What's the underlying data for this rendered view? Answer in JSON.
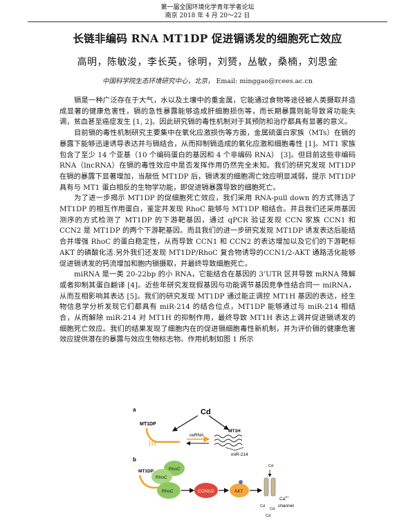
{
  "header": {
    "conference": "第一届全国环境化学青年学者论坛",
    "place_date": "南京  2018 年 4 月 20～22 日"
  },
  "title": "长链非编码 RNA MT1DP 促进镉诱发的细胞死亡效应",
  "authors": "高明，陈敏浚，李长英，徐明，刘赟，丛敏，桑楠，刘思金",
  "affiliation": {
    "institution": "中国科学院生态环境研究中心，北京，",
    "email": "Email: minggao@rcees.ac.cn"
  },
  "paragraphs": [
    "镉是一种广泛存在于大气，水以及土壤中的重金属，它能通过食物等途径被人类摄取并造成显著的健康危害性，镉的急性暴露能够造成肝细胞损伤等，而长期暴露则能导致肾功能失调，贫血甚至癌症发生 [1, 2]。因此研究镉的毒性机制对于其预防和治疗都具有显著的意义。",
    "目前镉的毒性机制研究主要集中在氧化应激损伤等方面，金属硫蛋白家族（MTs）在镉的暴露下能够迅速诱导表达并与镉结合，从而抑制镉造成的氧化应激和细胞毒性 [1]。MT1 家族包含了至少 14 个亚基（10 个编码蛋白的基因和 4 个非编码 RNA） [3]。但目前这些非编码 RNA（lncRNA）在镉的毒性效应中是否发挥作用仍然完全未知。我们的研究发现 MT1DP 在镉的暴露下显著增加，当敲低 MT1DP 后，镉诱发的细胞凋亡效应明显减弱，提示 MT1DP 具有与 MT1 蛋白相反的生物学功能，即促进镉暴露导致的细胞死亡。",
    "为了进一步揭示 MT1DP 的促细胞死亡效应，我们采用 RNA-pull down 的方式筛选了 MT1DP 的相互作用蛋白，鉴定并发现 RhoC 能够与 MT1DP 相结合。并且我们还采用基因测序的方式检测了 MT1DP 的下游靶基因，通过 qPCR 验证发现 CCN 家族 CCN1 和 CCN2 是 MT1DP 的两个下游靶基因。而且我们的进一步研究发现 MT1DP 诱发表达后能结合并增强 RhoC 的蛋白稳定性，从而导致 CCN1 和 CCN2 的表达增加以及它们的下游靶标 AKT 的磷酸化活.另外我们还发现 MT1DP/RhoC 复合物诱导的CCN1/2-AKT 通路活化能够促进镉诱发的钙流增加和胞内镉摄取，并最终导致细胞死亡。",
    "miRNA 是一类 20-22bp 的小 RNA，它能结合在基因的 3’UTR 区并导致 mRNA 降解或者抑制其蛋白翻译 [4]。近些年研究发现假基因与功能调节基因竞争性结合同一 miRNA，从而互相影响其表达 [5]。我们的研究发现 MT1DP 通过能正调控 MT1H 基因的表达，经生物信息学分析发现它们都具有 miR-214 的结合位点，MT1DP 能够通过与 miR-214 相结合，从而解除 miR-214 对 MT1H 的抑制作用，最终导致 MT1H 表达上调并促进镉诱发的细胞死亡效应。我们的结果发现了细胞内在的促进镉细胞毒性新机制，并为评价镉的健康危害效应提供潜在的暴露与效应生物标志物。作用机制如图 1 所示"
  ],
  "figure": {
    "panel_a": "a",
    "panel_b": "b",
    "cd_top": "Cd",
    "mt1dp_a": "MT1DP",
    "cerna": "ceRNA",
    "mt1h": "MT1H",
    "mir214": "miR-214",
    "mt1dp_b": "MT1DP",
    "rhoc1": "RhoC",
    "rhoc2": "RhoC",
    "rhoc3": "RhoC",
    "ccn": "CCN1/2",
    "akt": "AKT",
    "cd_channel_top": "Cd",
    "cd_left": "Cd",
    "cd_bottom": "Cd",
    "cd_bottom2": "Cd",
    "ca": "Ca",
    "ca_sup": "2+",
    "channel": "channel",
    "colors": {
      "orange_rna": "#f0a020",
      "rhoc_green": "#8fc862",
      "ccn_red": "#e0483c",
      "akt_orange": "#f4a640",
      "channel_tan": "#c7b89a"
    }
  }
}
